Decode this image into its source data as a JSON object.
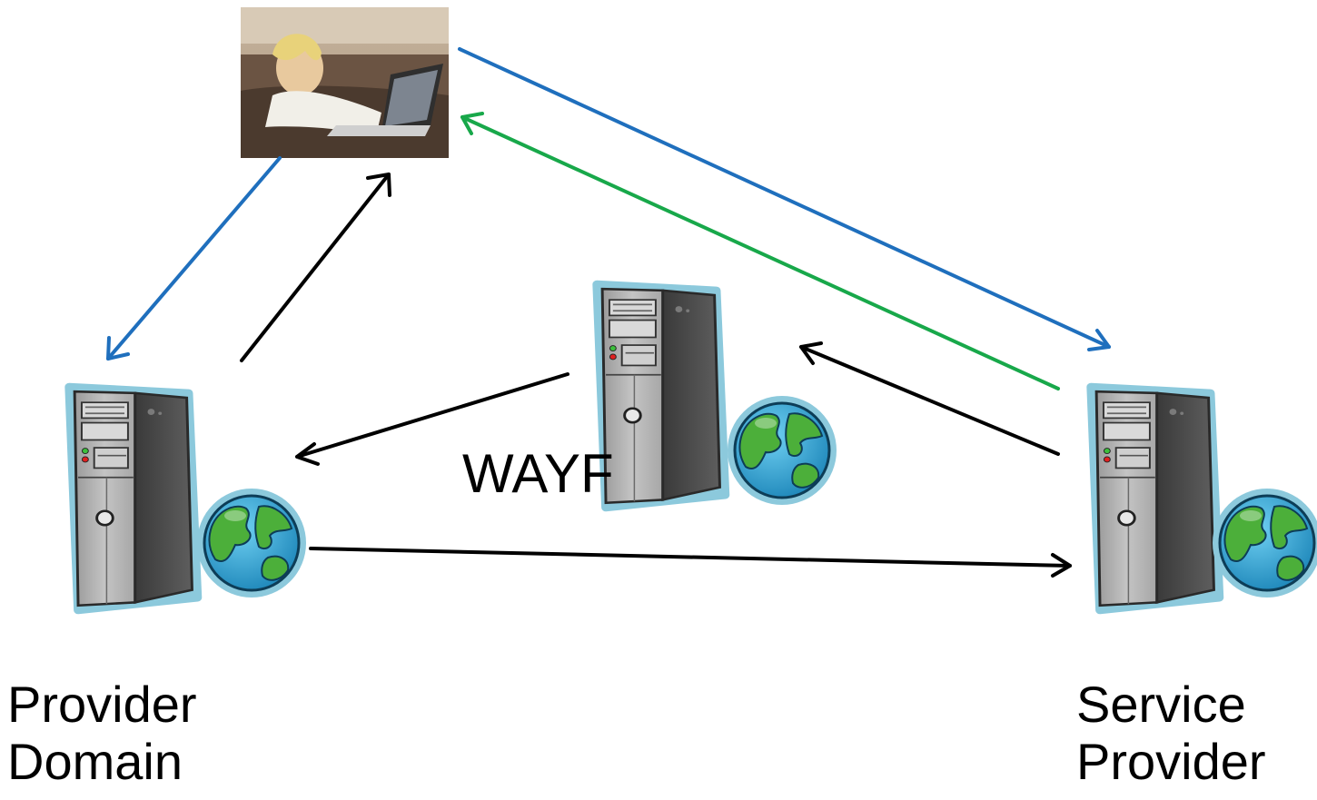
{
  "labels": {
    "provider_domain": [
      "Provider",
      "Domain"
    ],
    "service_provider": [
      "Service",
      "Provider"
    ],
    "wayf": "WAYF"
  },
  "colors": {
    "blue_arrow": "#1f6fbd",
    "green_arrow": "#18a84a",
    "black_arrow": "#000000",
    "server_outline": "#8cc9dc",
    "globe_water": "#2fa7d6",
    "globe_land": "#4caf3a"
  },
  "icons": [
    "user-photo",
    "server-icon",
    "globe-icon"
  ]
}
